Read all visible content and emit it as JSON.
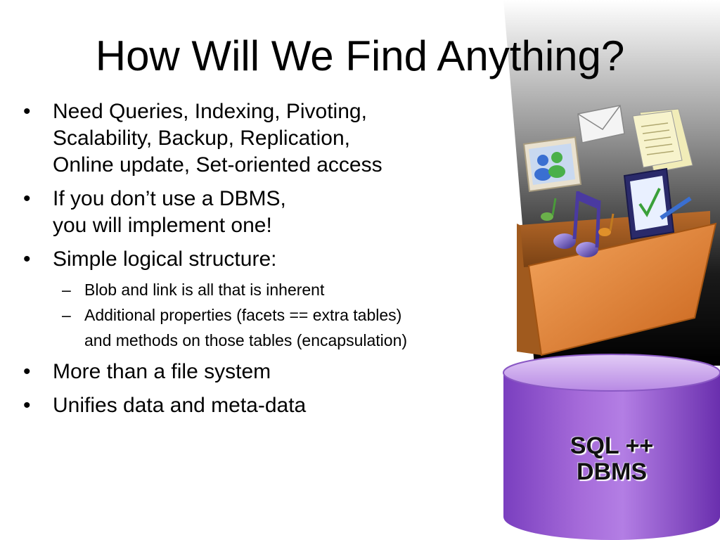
{
  "slide": {
    "title": "How Will We Find Anything?",
    "bullets": [
      {
        "lines": [
          "Need Queries, Indexing, Pivoting,",
          "Scalability, Backup, Replication,",
          "Online update, Set-oriented access"
        ]
      },
      {
        "lines": [
          "If you don’t use a DBMS,",
          "you will implement one!"
        ]
      },
      {
        "lines": [
          "Simple logical structure:"
        ],
        "subbullets": [
          {
            "lines": [
              "Blob and link is all that is inherent"
            ]
          },
          {
            "lines": [
              "Additional properties (facets == extra tables)",
              "and methods on those tables (encapsulation)"
            ]
          }
        ]
      },
      {
        "lines": [
          "More than a file system"
        ]
      },
      {
        "lines": [
          "Unifies data and meta-data"
        ]
      }
    ],
    "bullet_marker": "•",
    "sub_marker": "–",
    "database": {
      "line1": "SQL ++",
      "line2": "DBMS"
    },
    "illustration": {
      "icons": [
        "envelope-icon",
        "documents-icon",
        "people-photo-icon",
        "music-notes-icon",
        "tablet-checkmark-icon",
        "folder-icon",
        "database-cylinder-icon"
      ],
      "colors": {
        "cylinder": "#8a4fc8",
        "cylinder_top": "#c9a3ee",
        "folder": "#e58a3a",
        "beam": "#3a3a3a"
      }
    }
  }
}
